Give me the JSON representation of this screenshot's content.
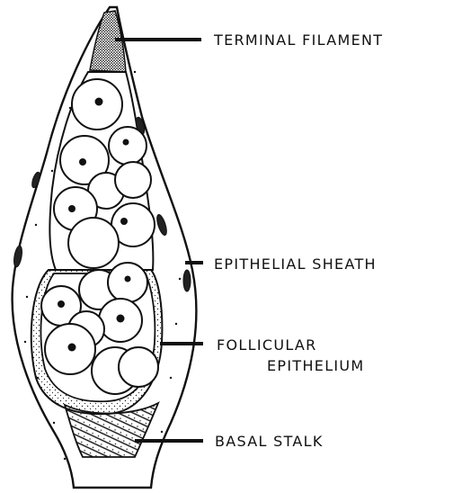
{
  "labels": {
    "terminal_filament": "TERMINAL FILAMENT",
    "epithelial_sheath": "EPITHELIAL SHEATH",
    "follicular_line1": "FOLLICULAR",
    "follicular_line2": "EPITHELIUM",
    "basal_stalk": "BASAL STALK"
  },
  "colors": {
    "ink": "#111111",
    "background": "#ffffff"
  }
}
